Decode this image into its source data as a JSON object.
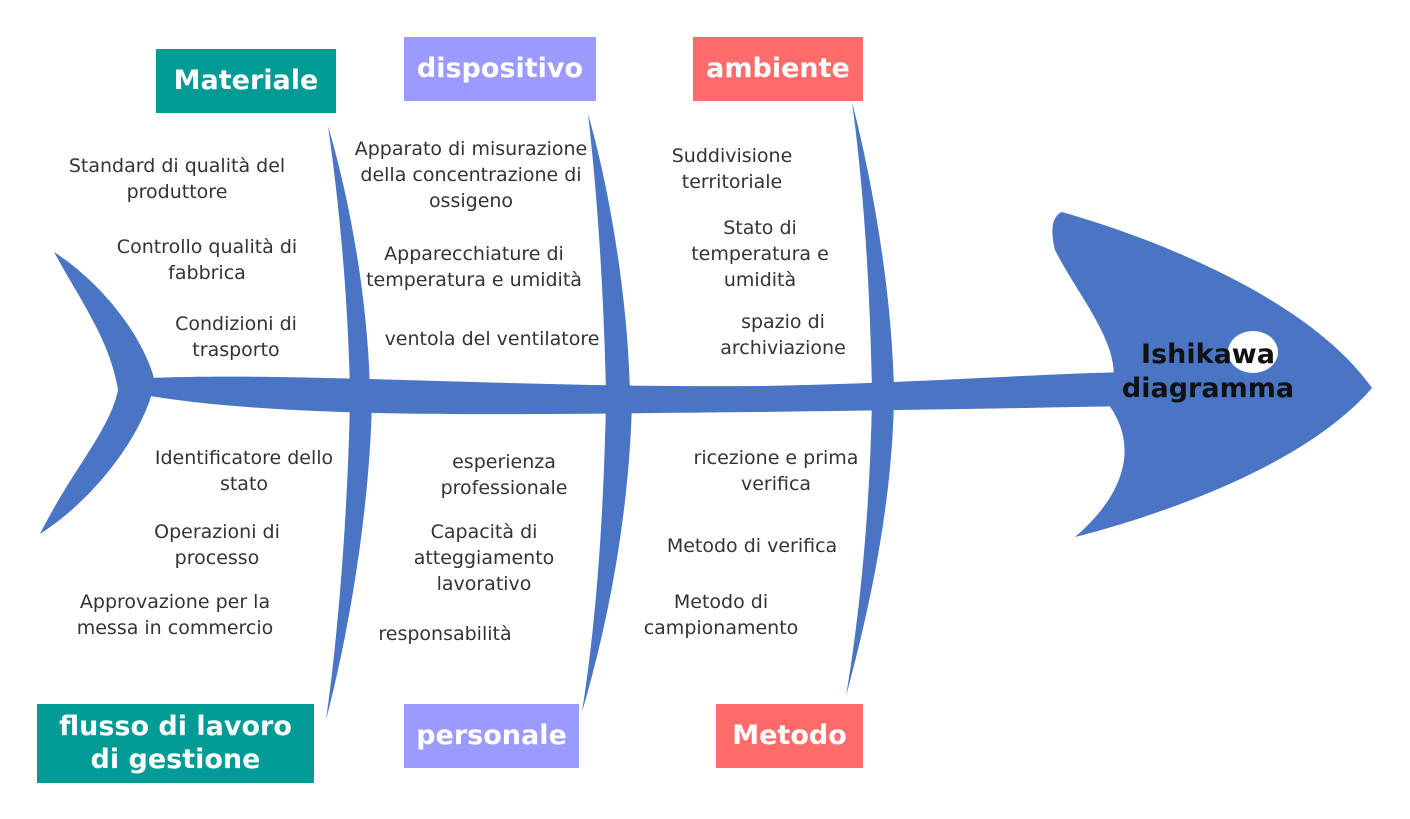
{
  "diagram": {
    "head_title": "Ishikawa\ndiagramma",
    "colors": {
      "fish": "#4A75C5",
      "teal": "#019B96",
      "lavender": "#9B9BFF",
      "coral": "#FF6B6B"
    },
    "categories": {
      "materiale": "Materiale",
      "dispositivo": "dispositivo",
      "ambiente": "ambiente",
      "flusso": "flusso di lavoro\ndi gestione",
      "personale": "personale",
      "metodo": "Metodo"
    },
    "causes": {
      "materiale": [
        "Standard di qualità del\nproduttore",
        "Controllo qualità di\nfabbrica",
        "Condizioni di\ntrasporto"
      ],
      "dispositivo": [
        "Apparato di misurazione\ndella concentrazione di\nossigeno",
        "Apparecchiature di\ntemperatura e umidità",
        "ventola del ventilatore"
      ],
      "ambiente": [
        "Suddivisione\nterritoriale",
        "Stato di\ntemperatura e\numidità",
        "spazio di\narchiviazione"
      ],
      "flusso": [
        "Identificatore dello\nstato",
        "Operazioni di\nprocesso",
        "Approvazione per la\nmessa in commercio"
      ],
      "personale": [
        "esperienza\nprofessionale",
        "Capacità di\natteggiamento\nlavorativo",
        "responsabilità"
      ],
      "metodo": [
        "ricezione e prima\nverifica",
        "Metodo di verifica",
        "Metodo di\ncampionamento"
      ]
    }
  }
}
